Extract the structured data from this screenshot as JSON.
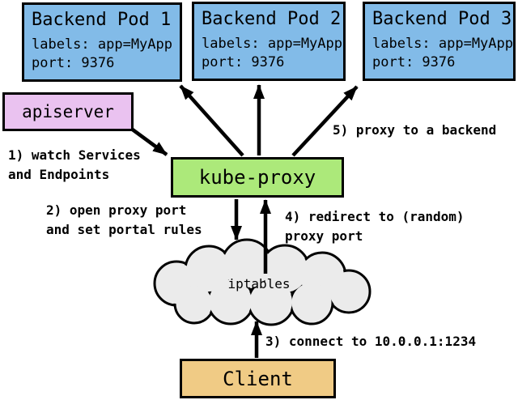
{
  "diagram": {
    "pods": [
      {
        "title": "Backend Pod 1",
        "labels_line": "labels: app=MyApp",
        "port_line": "port: 9376"
      },
      {
        "title": "Backend Pod 2",
        "labels_line": "labels: app=MyApp",
        "port_line": "port: 9376"
      },
      {
        "title": "Backend Pod 3",
        "labels_line": "labels: app=MyApp",
        "port_line": "port: 9376"
      }
    ],
    "apiserver_label": "apiserver",
    "kube_proxy_label": "kube-proxy",
    "iptables_label": "iptables",
    "client_label": "Client",
    "steps": {
      "s1": {
        "line1": "1) watch Services",
        "line2": "and Endpoints"
      },
      "s2": {
        "line1": "2) open proxy port",
        "line2": "and set portal rules"
      },
      "s3": {
        "line1": "3) connect to 10.0.0.1:1234"
      },
      "s4": {
        "line1": "4) redirect to (random)",
        "line2": "proxy port"
      },
      "s5": {
        "line1": "5) proxy to a backend"
      }
    },
    "colors": {
      "pod_fill": "#82BBE8",
      "apiserver_fill": "#EAC2F0",
      "kube_proxy_fill": "#ACE97A",
      "iptables_fill": "#EBEBEB",
      "client_fill": "#F0CB85",
      "stroke": "#000000",
      "background": "#FFFFFF"
    }
  }
}
